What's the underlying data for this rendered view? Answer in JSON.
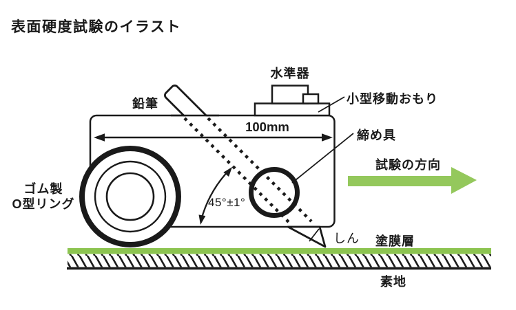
{
  "title": {
    "text": "表面硬度試験のイラスト",
    "color": "#ef8318"
  },
  "colors": {
    "coating_green": "#8cc450",
    "arrow_green": "#94c85c",
    "coating_label_green": "#8cc455",
    "ink": "#1a1a1a"
  },
  "labels": {
    "level": "水準器",
    "small_moving_weight": "小型移動おもり",
    "pencil": "鉛筆",
    "dimension": "100mm",
    "clamp": "締め具",
    "test_direction": "試験の方向",
    "rubber_line1": "ゴム製",
    "rubber_line2": "O型リング",
    "angle": "45°±1°",
    "lead": "しん",
    "coating_layer": "塗膜層",
    "substrate": "素地"
  }
}
